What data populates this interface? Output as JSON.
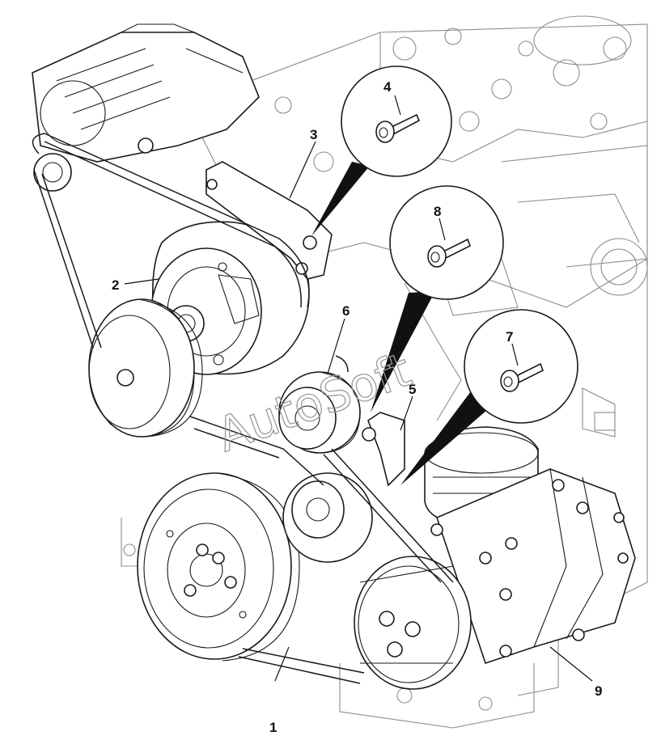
{
  "labels": {
    "l1": "1",
    "l2": "2",
    "l3": "3",
    "l4": "4",
    "l5": "5",
    "l6": "6",
    "l7": "7",
    "l8": "8",
    "l9": "9"
  },
  "watermark": "AutoSoft"
}
